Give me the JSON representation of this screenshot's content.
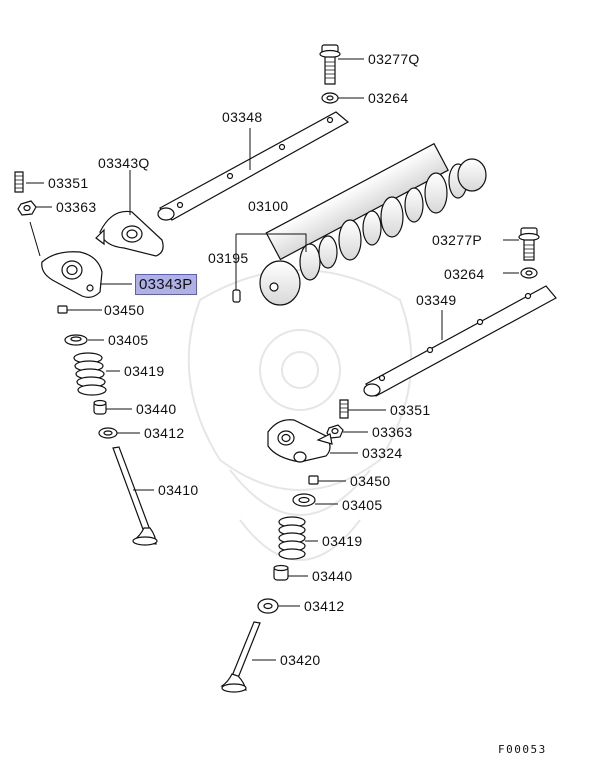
{
  "figure_id": "F00053",
  "highlighted_part": "03343P",
  "parts": {
    "p03277Q": "03277Q",
    "p03264_top": "03264",
    "p03348": "03348",
    "p03343Q": "03343Q",
    "p03351_left": "03351",
    "p03363_left": "03363",
    "p03100": "03100",
    "p03195": "03195",
    "p03343P": "03343P",
    "p03450_left": "03450",
    "p03405_left": "03405",
    "p03419_left": "03419",
    "p03440_left": "03440",
    "p03412_left": "03412",
    "p03410": "03410",
    "p03277P": "03277P",
    "p03264_right": "03264",
    "p03349": "03349",
    "p03351_right": "03351",
    "p03363_right": "03363",
    "p03324": "03324",
    "p03450_right": "03450",
    "p03405_right": "03405",
    "p03419_right": "03419",
    "p03440_right": "03440",
    "p03412_right": "03412",
    "p03420": "03420"
  }
}
